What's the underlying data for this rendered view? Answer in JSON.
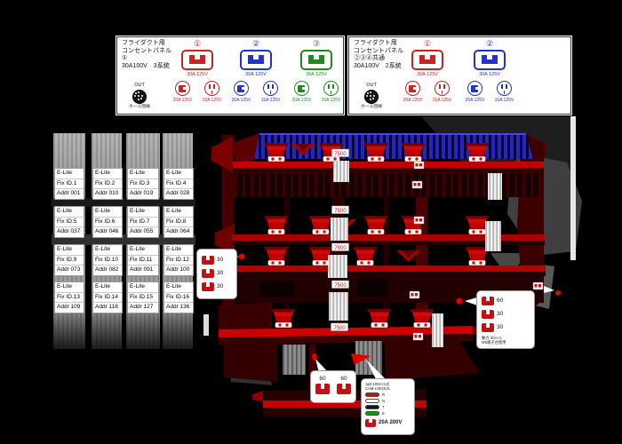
{
  "colors": {
    "accent_red": "#cc2222",
    "accent_blue": "#2233cc",
    "accent_green": "#1e8a1e",
    "bright_red": "#c40000",
    "dark_red": "#4a0000",
    "duct_blue": "#2626bb"
  },
  "panels": {
    "left": {
      "title_lines": [
        "フライダクト用",
        "コンセントパネル",
        "①",
        "30A100V　3系統"
      ],
      "out_label": "OUT",
      "out_circuit": "ホール回線",
      "circuits": [
        {
          "number": "①",
          "main_label": "30A 125V",
          "sub1_label": "20A 125V",
          "sub2_label": "15A 125V"
        },
        {
          "number": "②",
          "main_label": "30A 125V",
          "sub1_label": "20A 125V",
          "sub2_label": "15A 125V"
        },
        {
          "number": "③",
          "main_label": "30A 125V",
          "sub1_label": "20A 125V",
          "sub2_label": "15A 125V"
        }
      ]
    },
    "right": {
      "title_lines": [
        "フライダクト用",
        "コンセントパネル",
        "②③④共通",
        "30A100V　2系統"
      ],
      "out_label": "OUT",
      "out_circuit": "ホール回線",
      "circuits": [
        {
          "number": "①",
          "main_label": "30A 125V",
          "sub1_label": "20A 125V",
          "sub2_label": "15A 125V"
        },
        {
          "number": "②",
          "main_label": "30A 125V",
          "sub1_label": "20A 125V",
          "sub2_label": "15A 125V"
        }
      ]
    }
  },
  "fixtures": [
    {
      "name": "E-Lite",
      "fix": "Fix ID.1",
      "addr": "Addr 001"
    },
    {
      "name": "E-Lite",
      "fix": "Fix ID.2",
      "addr": "Addr 010"
    },
    {
      "name": "E-Lite",
      "fix": "Fix ID.3",
      "addr": "Addr 019"
    },
    {
      "name": "E-Lite",
      "fix": "Fix ID.4",
      "addr": "Addr 028"
    },
    {
      "name": "E-Lite",
      "fix": "Fix ID.5",
      "addr": "Addr 037"
    },
    {
      "name": "E-Lite",
      "fix": "Fix ID.6",
      "addr": "Addr 046"
    },
    {
      "name": "E-Lite",
      "fix": "Fix ID.7",
      "addr": "Addr 055"
    },
    {
      "name": "E-Lite",
      "fix": "Fix ID.8",
      "addr": "Addr 064"
    },
    {
      "name": "E-Lite",
      "fix": "Fix ID.9",
      "addr": "Addr 073"
    },
    {
      "name": "E-Lite",
      "fix": "Fix ID.10",
      "addr": "Addr 082"
    },
    {
      "name": "E-Lite",
      "fix": "Fix ID.11",
      "addr": "Addr 091"
    },
    {
      "name": "E-Lite",
      "fix": "Fix ID.12",
      "addr": "Addr 100"
    },
    {
      "name": "E-Lite",
      "fix": "Fix ID.13",
      "addr": "Addr 109"
    },
    {
      "name": "E-Lite",
      "fix": "Fix ID.14",
      "addr": "Addr 118"
    },
    {
      "name": "E-Lite",
      "fix": "Fix ID.15",
      "addr": "Addr 127"
    },
    {
      "name": "E-Lite",
      "fix": "Fix ID.16",
      "addr": "Addr 136"
    }
  ],
  "callouts": {
    "left30": {
      "items": [
        "30",
        "30",
        "30"
      ]
    },
    "right60": {
      "items": [
        "60",
        "30",
        "30"
      ],
      "notes": [
        "動力 30A×1",
        "M5端子台使用"
      ]
    },
    "bottom60": {
      "items": [
        "60",
        "60"
      ]
    },
    "camlok": {
      "lines": [
        "1φ3 100A×1式",
        "CAM-LOK(E)/L"
      ],
      "pins": [
        {
          "label": "R",
          "color": "#cc1111"
        },
        {
          "label": "N",
          "color": "#fafafa"
        },
        {
          "label": "T",
          "color": "#151515"
        },
        {
          "label": "E",
          "color": "#119a11"
        }
      ],
      "outlet_label": "20A 200V"
    }
  },
  "rig_tags": {
    "values": [
      "7500",
      "7500",
      "7500",
      "7500",
      "7500"
    ]
  }
}
